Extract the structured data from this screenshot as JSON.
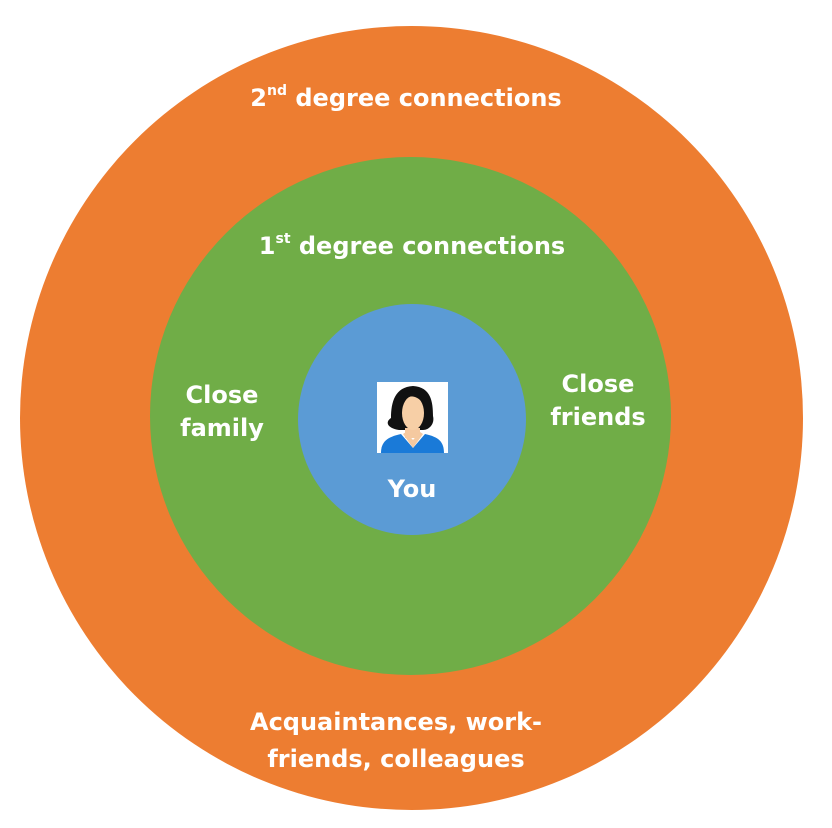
{
  "colors": {
    "outer": "#ED7D31",
    "middle": "#70AD47",
    "inner": "#5B9BD5"
  },
  "outer": {
    "title_num": "2",
    "title_sup": "nd",
    "title_rest": " degree connections",
    "line1": "Acquaintances, work-",
    "line2": "friends, colleagues"
  },
  "middle": {
    "title_num": "1",
    "title_sup": "st",
    "title_rest": " degree connections",
    "left_line1": "Close",
    "left_line2": "family",
    "right_line1": "Close",
    "right_line2": "friends"
  },
  "inner": {
    "label": "You",
    "icon": "person-avatar-icon"
  }
}
